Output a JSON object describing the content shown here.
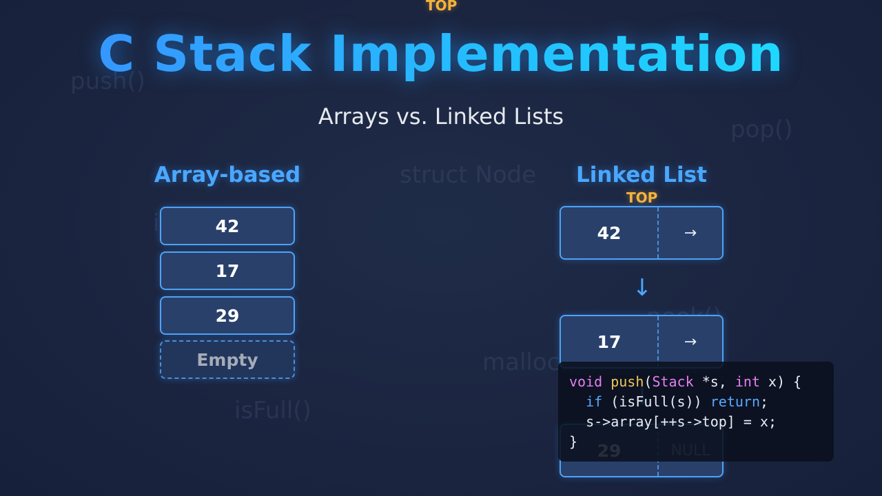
{
  "top_label": "TOP",
  "title": "C Stack Implementation",
  "subtitle": "Arrays vs. Linked Lists",
  "background_terms": [
    "push()",
    "pop()",
    "struct Node",
    "isEmpty()",
    "peek()",
    "malloc()",
    "isFull()"
  ],
  "array_section": {
    "heading": "Array-based",
    "cells": [
      "42",
      "17",
      "29"
    ],
    "empty_label": "Empty"
  },
  "linked_section": {
    "heading": "Linked List",
    "top_label": "TOP",
    "nodes": [
      {
        "value": "42",
        "next": "→"
      },
      {
        "value": "17",
        "next": "→"
      },
      {
        "value": "29",
        "next": "NULL"
      }
    ],
    "link_arrows": [
      "↓",
      "↓"
    ]
  },
  "code_snippet": {
    "line1": {
      "kw1": "void",
      "fn": "push",
      "p1": "(",
      "kw2": "Stack",
      "p2": " *s, ",
      "kw3": "int",
      "p3": " x) {"
    },
    "line2": {
      "indent": "  ",
      "ctl1": "if",
      "p1": " (isFull(s)) ",
      "ctl2": "return",
      "p2": ";"
    },
    "line3": "  s->array[++s->top] = x;",
    "line4": "}"
  },
  "colors": {
    "background": "#1b2540",
    "accent_blue": "#4aa8ff",
    "title_gradient_start": "#3a8dff",
    "title_gradient_end": "#1de0ff",
    "top_marker": "#f5b23c",
    "cell_fill": "#29406b",
    "cell_border": "#4fa3f5",
    "code_keyword": "#e67ff0",
    "code_function": "#f0c75a",
    "code_control": "#5aa8ff"
  }
}
